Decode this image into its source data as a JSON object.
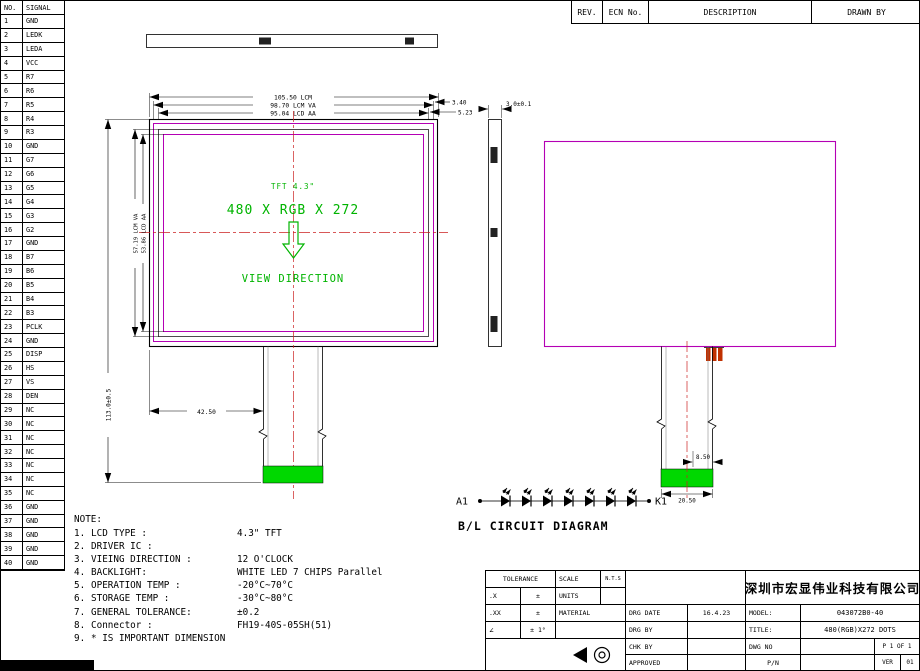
{
  "colors": {
    "outline_magenta": "#b400b4",
    "annotation_green": "#00b400",
    "connector_green": "#00d800",
    "centerline_red": "#cc2222",
    "connector_red": "#c03000"
  },
  "pin_table": {
    "headers": [
      "NO.",
      "SIGNAL"
    ],
    "rows": [
      [
        "1",
        "GND"
      ],
      [
        "2",
        "LEDK"
      ],
      [
        "3",
        "LEDA"
      ],
      [
        "4",
        "VCC"
      ],
      [
        "5",
        "R7"
      ],
      [
        "6",
        "R6"
      ],
      [
        "7",
        "R5"
      ],
      [
        "8",
        "R4"
      ],
      [
        "9",
        "R3"
      ],
      [
        "10",
        "GND"
      ],
      [
        "11",
        "G7"
      ],
      [
        "12",
        "G6"
      ],
      [
        "13",
        "G5"
      ],
      [
        "14",
        "G4"
      ],
      [
        "15",
        "G3"
      ],
      [
        "16",
        "G2"
      ],
      [
        "17",
        "GND"
      ],
      [
        "18",
        "B7"
      ],
      [
        "19",
        "B6"
      ],
      [
        "20",
        "B5"
      ],
      [
        "21",
        "B4"
      ],
      [
        "22",
        "B3"
      ],
      [
        "23",
        "PCLK"
      ],
      [
        "24",
        "GND"
      ],
      [
        "25",
        "DISP"
      ],
      [
        "26",
        "HS"
      ],
      [
        "27",
        "VS"
      ],
      [
        "28",
        "DEN"
      ],
      [
        "29",
        "NC"
      ],
      [
        "30",
        "NC"
      ],
      [
        "31",
        "NC"
      ],
      [
        "32",
        "NC"
      ],
      [
        "33",
        "NC"
      ],
      [
        "34",
        "NC"
      ],
      [
        "35",
        "NC"
      ],
      [
        "36",
        "GND"
      ],
      [
        "37",
        "GND"
      ],
      [
        "38",
        "GND"
      ],
      [
        "39",
        "GND"
      ],
      [
        "40",
        "GND"
      ]
    ]
  },
  "ecn_header": {
    "rev": "REV.",
    "ecn_no": "ECN No.",
    "description": "DESCRIPTION",
    "drawn_by": "DRAWN BY"
  },
  "drawing": {
    "front_view": {
      "dim_width_lcm": "105.50 LCM",
      "dim_width_va": "98.70 LCM VA",
      "dim_width_aa": "95.04 LCD AA",
      "dim_right_va": "3.40",
      "dim_right_aa": "5.23",
      "dim_left_va": "57.19 LCM VA",
      "dim_left_aa": "53.86 LCD AA",
      "dim_left_total": "113.0±0.5",
      "dim_tail_offset": "42.50",
      "label_tft": "TFT 4.3\"",
      "label_resolution": "480 X RGB X 272",
      "label_view_direction": "VIEW DIRECTION"
    },
    "side_view": {
      "dim_thickness": "3.0±0.1"
    },
    "back_view": {
      "dim_tail_top": "8.50",
      "dim_tail_end": "20.50"
    },
    "bl_circuit": {
      "label_anode": "A1",
      "label_cathode": "K1",
      "title": "B/L CIRCUIT DIAGRAM",
      "led_count": 7
    }
  },
  "notes": {
    "title": "NOTE:",
    "items": [
      {
        "num": "1.",
        "label": "LCD TYPE :",
        "value": "4.3\"  TFT"
      },
      {
        "num": "2.",
        "label": "DRIVER IC :",
        "value": ""
      },
      {
        "num": "3.",
        "label": "VIEING DIRECTION :",
        "value": "12 O'CLOCK"
      },
      {
        "num": "4.",
        "label": "BACKLIGHT:",
        "value": "WHITE LED 7 CHIPS Parallel"
      },
      {
        "num": "5.",
        "label": "OPERATION TEMP :",
        "value": "-20°C~70°C"
      },
      {
        "num": "6.",
        "label": "STORAGE TEMP :",
        "value": "-30°C~80°C"
      },
      {
        "num": "7.",
        "label": "GENERAL TOLERANCE:",
        "value": "±0.2"
      },
      {
        "num": "8.",
        "label": "Connector :",
        "value": "FH19-40S-05SH(51)"
      },
      {
        "num": "9.",
        "label": "* IS IMPORTANT DIMENSION",
        "value": ""
      }
    ]
  },
  "title_block": {
    "tolerance_header": "TOLERANCE",
    "x_label": ".X",
    "x_pm": "±",
    "xx_label": ".XX",
    "xx_pm": "±",
    "angle_label": "∠",
    "angle_pm": "± 1°",
    "scale_label": "SCALE",
    "scale_value": "N.T.S",
    "units_label": "UNITS",
    "units_value": "",
    "material_label": "MATERIAL",
    "drg_date_label": "DRG DATE",
    "drg_date_value": "16.4.23",
    "drg_by_label": "DRG BY",
    "chk_by_label": "CHK BY",
    "approved_label": "APPROVED",
    "company": "深圳市宏显伟业科技有限公司",
    "model_label": "MODEL:",
    "model_value": "043072B0-40",
    "title_label": "TITLE:",
    "title_value": "480(RGB)X272 DOTS",
    "dwg_no_label": "DWG NO",
    "page_label": "P 1 OF 1",
    "pn_label": "P/N",
    "ver_label": "VER",
    "ver_value": "01"
  }
}
